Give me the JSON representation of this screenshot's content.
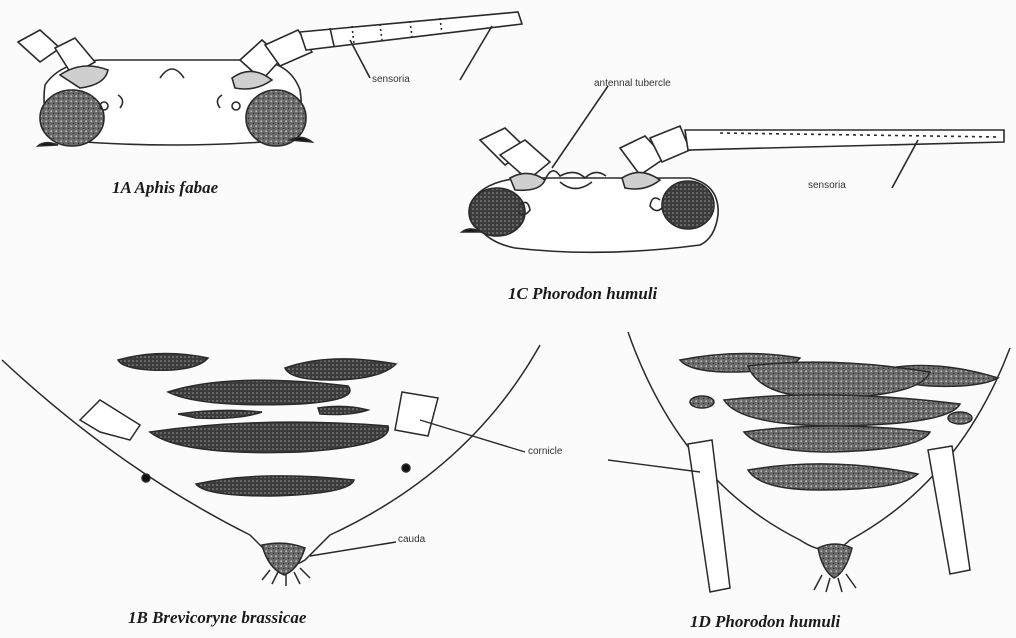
{
  "captions": {
    "a": "1A  Aphis fabae",
    "b": "1B Brevicoryne brassicae",
    "c": "1C  Phorodon humuli",
    "d": "1D  Phorodon humuli"
  },
  "labels": {
    "sensoria_a": "sensoria",
    "antennal_tubercle": "antennal tubercle",
    "sensoria_c": "sensoria",
    "cornicle": "cornicle",
    "cauda": "cauda"
  },
  "colors": {
    "ink": "#2a2a2a",
    "stipple": "#555555"
  }
}
